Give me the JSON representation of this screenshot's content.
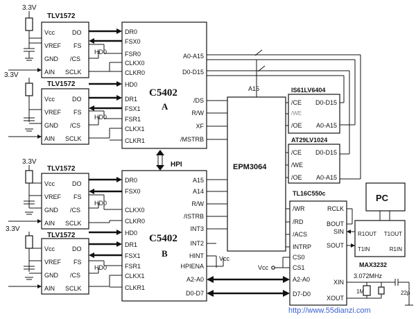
{
  "supply_voltage": "3.3V",
  "adc": {
    "part": "TLV1572",
    "pins": {
      "vcc": "Vcc",
      "vref": "VREF",
      "gnd": "GND",
      "ain": "AIN",
      "do": "DO",
      "fs": "FS",
      "cs": "/CS",
      "sclk": "SCLK"
    }
  },
  "dsp": {
    "part": "C5402",
    "unit_a": "A",
    "unit_b": "B",
    "a_pins": {
      "dr0": "DR0",
      "fsx0": "FSX0",
      "fsr0": "FSR0",
      "clkx0": "CLKX0",
      "clkr0": "CLKR0",
      "hd0": "HD0",
      "dr1": "DR1",
      "fsx1": "FSX1",
      "fsr1": "FSR1",
      "clkx1": "CLKX1",
      "clkr1": "CLKR1",
      "addr": "A0-A15",
      "data": "D0-D15",
      "ds": "/DS",
      "rw": "R/W",
      "xf": "XF",
      "mstrb": "/MSTRB"
    },
    "b_pins": {
      "dr0": "DR0",
      "fsx0": "FSX0",
      "clkx0": "CLKX0",
      "clkr0": "CLKR0",
      "hd0": "HD0",
      "dr1": "DR1",
      "fsx1": "FSX1",
      "fsr1": "FSR1",
      "clkx1": "CLKX1",
      "clkr1": "CLKR1",
      "a15": "A15",
      "a14": "A14",
      "rw": "R/W",
      "istrb": "/ISTRB",
      "int3": "INT3",
      "int2": "INT2",
      "hint": "HINT",
      "hpiena": "HPIENA",
      "a2a0": "A2-A0",
      "d0d7": "D0-D7"
    }
  },
  "hd0_label": "HD0",
  "hpi_label": "HPI",
  "cpld": {
    "part": "EPM3064",
    "a15": "A15"
  },
  "sram": {
    "part": "IS61LV6404",
    "ce": "/CE",
    "oe": "/OE",
    "data": "D0-D15",
    "addr": "A0-A15",
    "we_faint": "/WE"
  },
  "flash": {
    "part": "AT29LV1024",
    "ce": "/CE",
    "we": "/WE",
    "oe": "/OE",
    "data": "D0-D15",
    "addr": "A0-A15"
  },
  "uart": {
    "part": "TL16C550c",
    "pins": {
      "wr": "/WR",
      "rd": "/RD",
      "acs": "/ACS",
      "intrp": "INTRP",
      "cs0": "CS0",
      "cs1": "CS1",
      "a2a0": "A2-A0",
      "d7d0": "D7-D0",
      "rclk": "RCLK",
      "bout": "BOUT",
      "sin": "SIN",
      "sout": "SOUT",
      "xin": "XIN",
      "xout": "XOUT"
    }
  },
  "vcc_label": "Vcc",
  "pc_label": "PC",
  "max232": {
    "part": "MAX3232",
    "r1out": "R1OUT",
    "t1out": "T1OUT",
    "t1in": "T1IN",
    "r1in": "R1IN"
  },
  "crystal": "3.072MHz",
  "cap_value": "1M",
  "cap_22p": "22p",
  "watermark": "http://www.55dianzi.com"
}
